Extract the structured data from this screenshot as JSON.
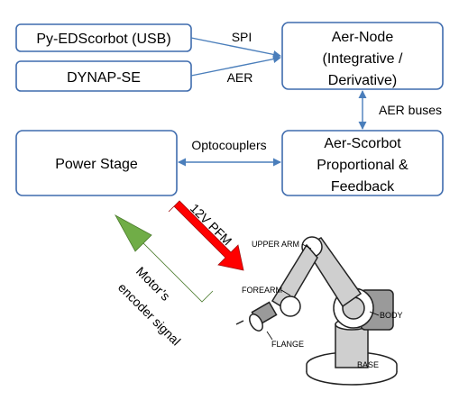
{
  "boxes": {
    "py_edscorbot": "Py-EDScorbot (USB)",
    "dynap_se": "DYNAP-SE",
    "aer_node": [
      "Aer-Node",
      "(Integrative /",
      "Derivative)"
    ],
    "power_stage": "Power Stage",
    "aer_scorbot": [
      "Aer-Scorbot",
      "Proportional &",
      "Feedback"
    ]
  },
  "connections": {
    "spi": "SPI",
    "aer": "AER",
    "aer_buses": "AER buses",
    "optocouplers": "Optocouplers"
  },
  "signals": {
    "pfm": "12V PFM",
    "encoder": [
      "Motor’s",
      "encoder signal"
    ]
  },
  "robot_labels": {
    "upper_arm": "UPPER ARM",
    "forearm": "FOREARM",
    "flange": "FLANGE",
    "body": "BODY",
    "base": "BASE"
  },
  "colors": {
    "box_border": "#3f6cae",
    "connector": "#4a7ebb",
    "pfm_arrow": "#ff0000",
    "encoder_arrow": "#70ad47"
  }
}
